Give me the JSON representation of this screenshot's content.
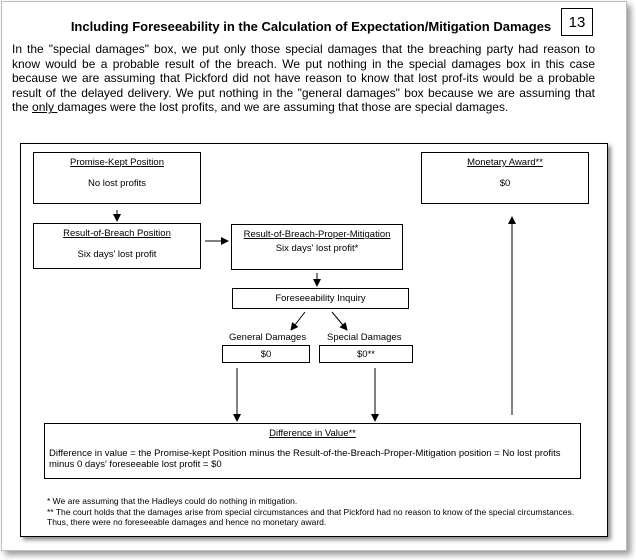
{
  "title": "Including Foreseeability in the Calculation of Expectation/Mitigation Damages",
  "page_number": "13",
  "intro": {
    "before_underline": "In the \"special damages\" box, we put only those special damages that the breaching party had reason to know would be a probable result of the breach. We put nothing in the special damages box in this case because we are assuming that Pickford did not have reason to know that lost prof-its would be a probable result of the delayed delivery. We put nothing in the \"general damages\" box because we are assuming that the ",
    "underlined": "only ",
    "after_underline": "damages were the lost profits, and we are assuming that those are special damages."
  },
  "boxes": {
    "promise_kept": {
      "heading": "Promise-Kept Position",
      "value": "No lost profits"
    },
    "result_of_breach": {
      "heading": "Result-of-Breach Position",
      "value": "Six days' lost profit"
    },
    "proper_mitigation": {
      "heading": "Result-of-Breach-Proper-Mitigation",
      "value": "Six days' lost profit*"
    },
    "monetary_award": {
      "heading": "Monetary Award**",
      "value": "$0"
    },
    "foreseeability": {
      "heading": "Foreseeability Inquiry"
    },
    "general_damages": {
      "label": "General Damages",
      "value": "$0"
    },
    "special_damages": {
      "label": "Special Damages",
      "value": "$0**"
    },
    "difference": {
      "heading": "Difference in Value**",
      "description": "Difference in value = the Promise-kept Position minus the Result-of-the-Breach-Proper-Mitigation position = No lost profits minus 0 days' foreseeable lost profit = $0"
    }
  },
  "footnotes": [
    "* We are assuming that the Hadleys could do nothing in mitigation.",
    "** The court holds that the damages arise from special circumstances and that Pickford had no reason to know of the special circumstances. Thus, there were no foreseeable damages and hence no monetary award."
  ]
}
